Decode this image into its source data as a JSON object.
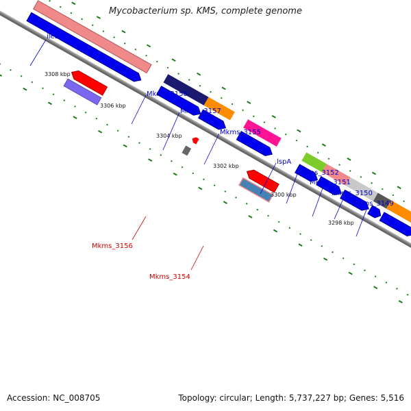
{
  "title": "Mycobacterium sp. KMS, complete genome",
  "footer": {
    "accession": "Accession: NC_008705",
    "stats": "Topology: circular; Length: 5,737,227 bp; Genes: 5,516"
  },
  "kbp_ticks": [
    "3308 kbp",
    "3306 kbp",
    "3304 kbp",
    "3302 kbp",
    "3300 kbp",
    "3298 kbp"
  ],
  "labels_forward": [
    "ileS",
    "Mkms_3158",
    "Mkms_3157",
    "Mkms_3155",
    "lspA",
    "Mkms_3152",
    "Mkms_3151",
    "Mkms_3150",
    "Mkms_3149"
  ],
  "labels_reverse": [
    "Mkms_3156",
    "Mkms_3154"
  ],
  "colors": {
    "forward_label": "#0000cc",
    "reverse_label": "#cc0000",
    "tick": "#1a7a1a",
    "backbone": "#7a7a7a"
  }
}
